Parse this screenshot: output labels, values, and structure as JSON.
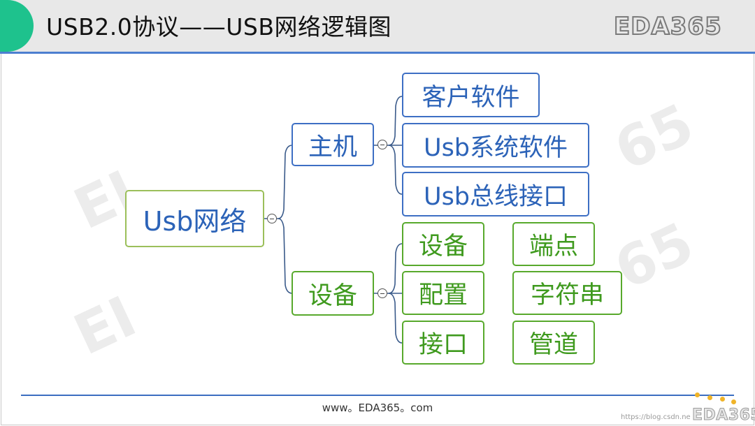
{
  "slide": {
    "title": "USB2.0协议——USB网络逻辑图",
    "logo": "EDA365",
    "footer": "www。EDA365。com",
    "credit": "https://blog.csdn.ne",
    "corner_logo": "EDA365"
  },
  "watermark": {
    "left_text": "EI",
    "right_text": "65"
  },
  "mindmap": {
    "root": "Usb网络",
    "host": {
      "label": "主机",
      "children": [
        "客户软件",
        "Usb系统软件",
        "Usb总线接口"
      ]
    },
    "device": {
      "label": "设备",
      "children": [
        "设备",
        "配置",
        "接口",
        "端点",
        "字符串",
        "管道"
      ]
    }
  },
  "colors": {
    "title_accent": "#1ec28d",
    "title_rule": "#4c7fd0",
    "host_border": "#3d6fc4",
    "host_text": "#2c63b8",
    "device_border": "#58a92c",
    "device_text": "#3f9a1e",
    "root_border": "#9bbf5a",
    "connector": "#3a5a8a"
  }
}
